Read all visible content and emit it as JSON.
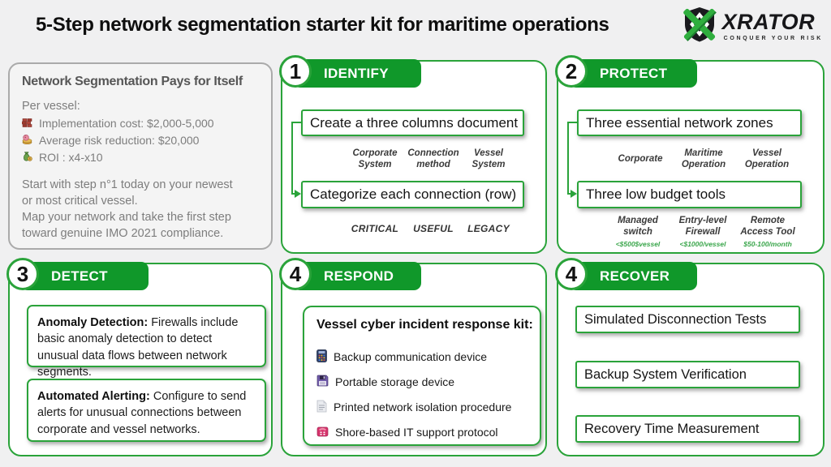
{
  "colors": {
    "accent_green": "#10982a",
    "border_green": "#2aa33a",
    "price_green": "#3aa64b",
    "background": "#f0f0f1"
  },
  "header": {
    "title": "5-Step network segmentation starter kit for maritime operations"
  },
  "logo": {
    "brand": "XRATOR",
    "tagline": "CONQUER YOUR RISK",
    "icon": "shield-x-icon"
  },
  "intro": {
    "title": "Network Segmentation Pays for Itself",
    "subtitle": "Per vessel:",
    "bullets": [
      {
        "icon": "bricks-icon",
        "text": "Implementation cost: $2,000-5,000"
      },
      {
        "icon": "piggy-bank-icon",
        "text": "Average risk reduction: $20,000"
      },
      {
        "icon": "money-bag-icon",
        "text": "ROI : x4-x10"
      }
    ],
    "paragraph": "Start with step n°1 today on your newest\nor most critical vessel.\nMap your network and take the first step\ntoward genuine IMO 2021 compliance."
  },
  "identify": {
    "number": "1",
    "title": "IDENTIFY",
    "box1": "Create a three columns document",
    "columns": [
      "Corporate\nSystem",
      "Connection\nmethod",
      "Vessel\nSystem"
    ],
    "box2": "Categorize each connection (row)",
    "categories": [
      "CRITICAL",
      "USEFUL",
      "LEGACY"
    ]
  },
  "protect": {
    "number": "2",
    "title": "PROTECT",
    "box1": "Three essential network zones",
    "zones": [
      "Corporate",
      "Maritime\nOperation",
      "Vessel\nOperation"
    ],
    "box2": "Three low budget tools",
    "tools": [
      {
        "name": "Managed\nswitch",
        "price": "<$500$vessel"
      },
      {
        "name": "Entry-level\nFirewall",
        "price": "<$1000/vessel"
      },
      {
        "name": "Remote\nAccess Tool",
        "price": "$50-100/month"
      }
    ]
  },
  "detect": {
    "number": "3",
    "title": "DETECT",
    "box1": {
      "lead": "Anomaly Detection:",
      "text": " Firewalls include basic anomaly detection to detect unusual data flows between network segments."
    },
    "box2": {
      "lead": "Automated Alerting:",
      "text": " Configure to send alerts for unusual connections between corporate and vessel networks."
    }
  },
  "respond": {
    "number": "4",
    "title": "RESPOND",
    "kit_title": "Vessel cyber incident response kit:",
    "items": [
      {
        "icon": "mobile-phone-icon",
        "text": "Backup communication device"
      },
      {
        "icon": "floppy-disk-icon",
        "text": "Portable storage device"
      },
      {
        "icon": "document-icon",
        "text": "Printed network isolation procedure"
      },
      {
        "icon": "telephone-icon",
        "text": "Shore-based IT support protocol"
      }
    ]
  },
  "recover": {
    "number": "4",
    "title": "RECOVER",
    "boxes": [
      "Simulated Disconnection Tests",
      "Backup System Verification",
      "Recovery Time Measurement"
    ]
  }
}
